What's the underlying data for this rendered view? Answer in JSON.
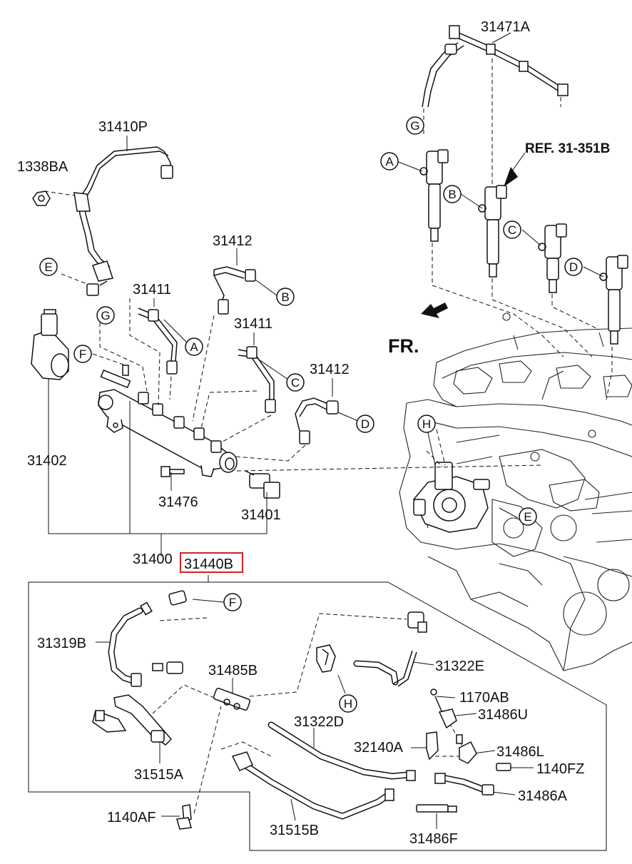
{
  "part_labels": {
    "p31471A": "31471A",
    "p31410P": "31410P",
    "p1338BA": "1338BA",
    "p31412a": "31412",
    "p31411a": "31411",
    "p31411b": "31411",
    "p31412b": "31412",
    "p31402": "31402",
    "p31476": "31476",
    "p31401": "31401",
    "p31400": "31400",
    "p31440B": "31440B",
    "p31319B": "31319B",
    "p31485B": "31485B",
    "p31322E": "31322E",
    "p1170AB": "1170AB",
    "p31486U": "31486U",
    "p31322D": "31322D",
    "p32140A": "32140A",
    "p31486L": "31486L",
    "p1140FZ": "1140FZ",
    "p31515A": "31515A",
    "p31486A": "31486A",
    "p1140AF": "1140AF",
    "p31515B": "31515B",
    "p31486F": "31486F"
  },
  "reference_label": "REF. 31-351B",
  "direction_label": "FR.",
  "connector_letters": {
    "G1": "G",
    "A1": "A",
    "B1": "B",
    "C1": "C",
    "D1": "D",
    "E1": "E",
    "G2": "G",
    "B2": "B",
    "A2": "A",
    "F1": "F",
    "C2": "C",
    "D2": "D",
    "H1": "H",
    "E2": "E",
    "F2": "F",
    "H2": "H"
  },
  "highlight_color": "#d42020"
}
